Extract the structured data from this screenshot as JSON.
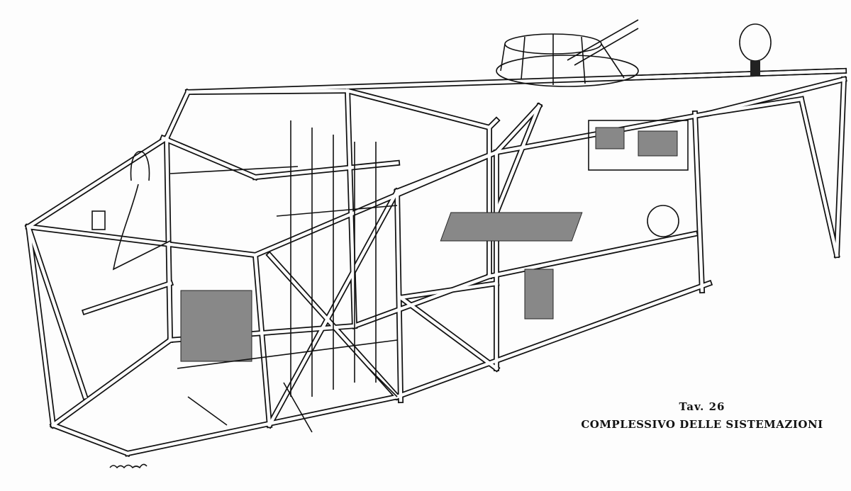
{
  "caption": {
    "plate_number": "Tav. 26",
    "title": "COMPLESSIVO DELLE SISTEMAZIONI"
  },
  "illustration": {
    "subject": "fuselage-frame-cutaway",
    "signature": "artist signature (illegible)"
  },
  "colors": {
    "ink": "#111111",
    "paper": "#fdfdfd"
  }
}
